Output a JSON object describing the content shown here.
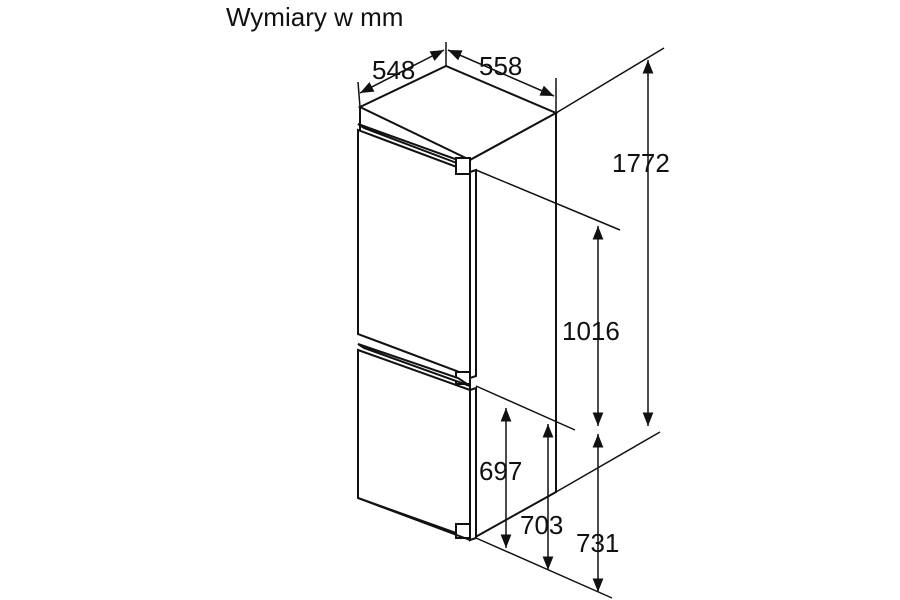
{
  "title": "Wymiary w mm",
  "dimensions": {
    "depth": "548",
    "width": "558",
    "total_height": "1772",
    "upper_height": "1016",
    "lower_door": "697",
    "lower_mid": "703",
    "lower_total": "731"
  },
  "colors": {
    "line": "#111111",
    "background": "#ffffff"
  }
}
